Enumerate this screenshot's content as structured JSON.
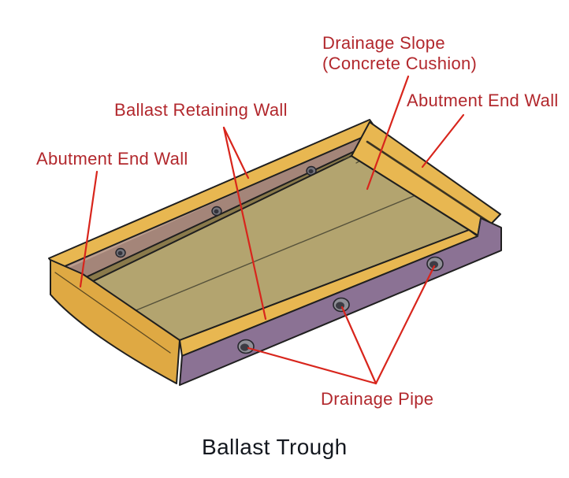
{
  "caption": "Ballast Trough",
  "labels": {
    "drainage_slope": {
      "line1": "Drainage Slope",
      "line2": "(Concrete Cushion)"
    },
    "ballast_retaining_wall": {
      "text": "Ballast Retaining Wall"
    },
    "abutment_end_wall_left": {
      "text": "Abutment End Wall"
    },
    "abutment_end_wall_right": {
      "text": "Abutment End Wall"
    },
    "drainage_pipe": {
      "text": "Drainage Pipe"
    }
  },
  "parts": [
    {
      "name": "Drainage Slope (Concrete Cushion)",
      "surface": "deck"
    },
    {
      "name": "Ballast Retaining Wall",
      "surface": "back wall and front curb"
    },
    {
      "name": "Abutment End Wall",
      "surface": "left end wall"
    },
    {
      "name": "Abutment End Wall",
      "surface": "right end wall"
    },
    {
      "name": "Drainage Pipe",
      "count_front": 3,
      "count_back": 3
    }
  ],
  "colors": {
    "label_red": "#b2282d",
    "leader_red": "#d8251c",
    "wall_yellow": "#e8b751",
    "wall_yellow_dark": "#dfa943",
    "deck_tan": "#b3a46f",
    "back_wall_mauve": "#a48579",
    "mauve_end_dark": "#8f7062",
    "chamfer_strip": "#8a7a4b",
    "slab_purple": "#8b7294",
    "pipe_gray": "#8f8f97",
    "pipe_dark": "#3c3c44",
    "outline": "#1f1f1f",
    "caption_black": "#14181f",
    "background": "#ffffff"
  }
}
